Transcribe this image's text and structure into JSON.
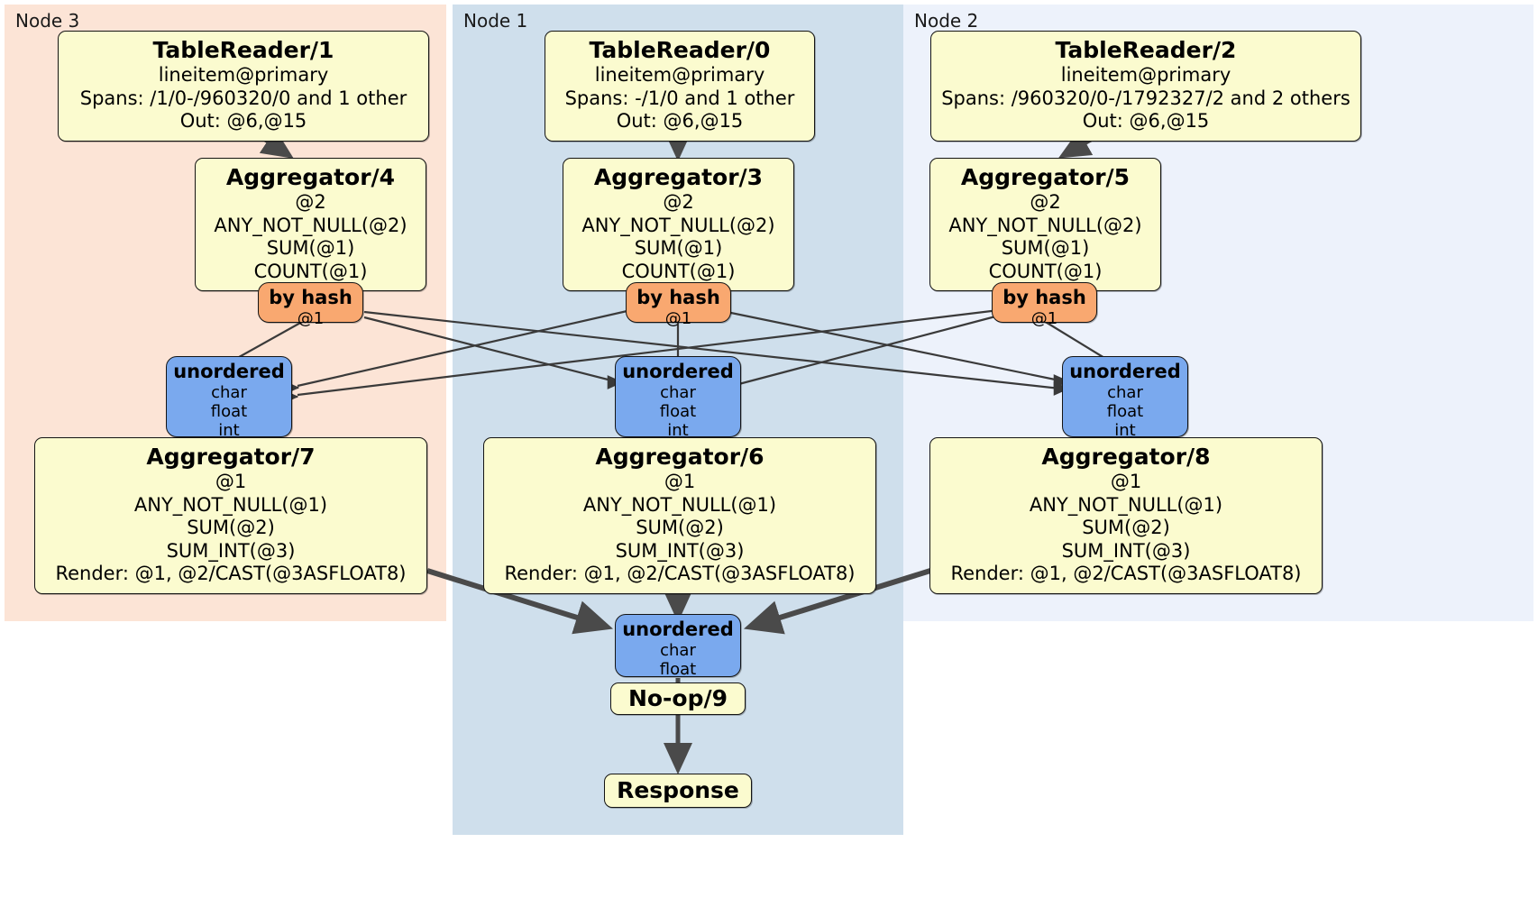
{
  "regions": [
    {
      "id": "node3",
      "label": "Node 3",
      "color": "#fce4d6"
    },
    {
      "id": "node1",
      "label": "Node 1",
      "color": "#cfdfec"
    },
    {
      "id": "node2",
      "label": "Node 2",
      "color": "#edf2fb"
    }
  ],
  "processors": {
    "tablereader1": {
      "title": "TableReader/1",
      "l1": "lineitem@primary",
      "l2": "Spans: /1/0-/960320/0 and 1 other",
      "l3": "Out: @6,@15"
    },
    "tablereader0": {
      "title": "TableReader/0",
      "l1": "lineitem@primary",
      "l2": "Spans: -/1/0 and 1 other",
      "l3": "Out: @6,@15"
    },
    "tablereader2": {
      "title": "TableReader/2",
      "l1": "lineitem@primary",
      "l2": "Spans: /960320/0-/1792327/2 and 2 others",
      "l3": "Out: @6,@15"
    },
    "aggregator4": {
      "title": "Aggregator/4",
      "l1": "@2",
      "l2": "ANY_NOT_NULL(@2)",
      "l3": "SUM(@1)",
      "l4": "COUNT(@1)"
    },
    "aggregator3": {
      "title": "Aggregator/3",
      "l1": "@2",
      "l2": "ANY_NOT_NULL(@2)",
      "l3": "SUM(@1)",
      "l4": "COUNT(@1)"
    },
    "aggregator5": {
      "title": "Aggregator/5",
      "l1": "@2",
      "l2": "ANY_NOT_NULL(@2)",
      "l3": "SUM(@1)",
      "l4": "COUNT(@1)"
    },
    "aggregator7": {
      "title": "Aggregator/7",
      "l1": "@1",
      "l2": "ANY_NOT_NULL(@1)",
      "l3": "SUM(@2)",
      "l4": "SUM_INT(@3)",
      "l5": "Render: @1, @2/CAST(@3ASFLOAT8)"
    },
    "aggregator6": {
      "title": "Aggregator/6",
      "l1": "@1",
      "l2": "ANY_NOT_NULL(@1)",
      "l3": "SUM(@2)",
      "l4": "SUM_INT(@3)",
      "l5": "Render: @1, @2/CAST(@3ASFLOAT8)"
    },
    "aggregator8": {
      "title": "Aggregator/8",
      "l1": "@1",
      "l2": "ANY_NOT_NULL(@1)",
      "l3": "SUM(@2)",
      "l4": "SUM_INT(@3)",
      "l5": "Render: @1, @2/CAST(@3ASFLOAT8)"
    },
    "noop9": {
      "title": "No-op/9"
    },
    "response": {
      "title": "Response"
    }
  },
  "routers": {
    "hash_left": {
      "title": "by hash",
      "l1": "@1",
      "color": "#f9a870"
    },
    "hash_center": {
      "title": "by hash",
      "l1": "@1",
      "color": "#f9a870"
    },
    "hash_right": {
      "title": "by hash",
      "l1": "@1",
      "color": "#f9a870"
    }
  },
  "synchronizers": {
    "sync_left": {
      "title": "unordered",
      "l1": "char",
      "l2": "float",
      "l3": "int",
      "color": "#7aa9ee"
    },
    "sync_center": {
      "title": "unordered",
      "l1": "char",
      "l2": "float",
      "l3": "int",
      "color": "#7aa9ee"
    },
    "sync_right": {
      "title": "unordered",
      "l1": "char",
      "l2": "float",
      "l3": "int",
      "color": "#7aa9ee"
    },
    "sync_final": {
      "title": "unordered",
      "l1": "char",
      "l2": "float",
      "color": "#7aa9ee"
    }
  },
  "colors": {
    "processor_fill": "#fbfbcf",
    "router_fill": "#f9a870",
    "synchronizer_fill": "#7aa9ee",
    "edge_thin": "#3a3a3a",
    "edge_thick": "#4a4a4a",
    "node3_bg": "#fce4d6",
    "node1_bg": "#cfdfec",
    "node2_bg": "#edf2fb"
  }
}
